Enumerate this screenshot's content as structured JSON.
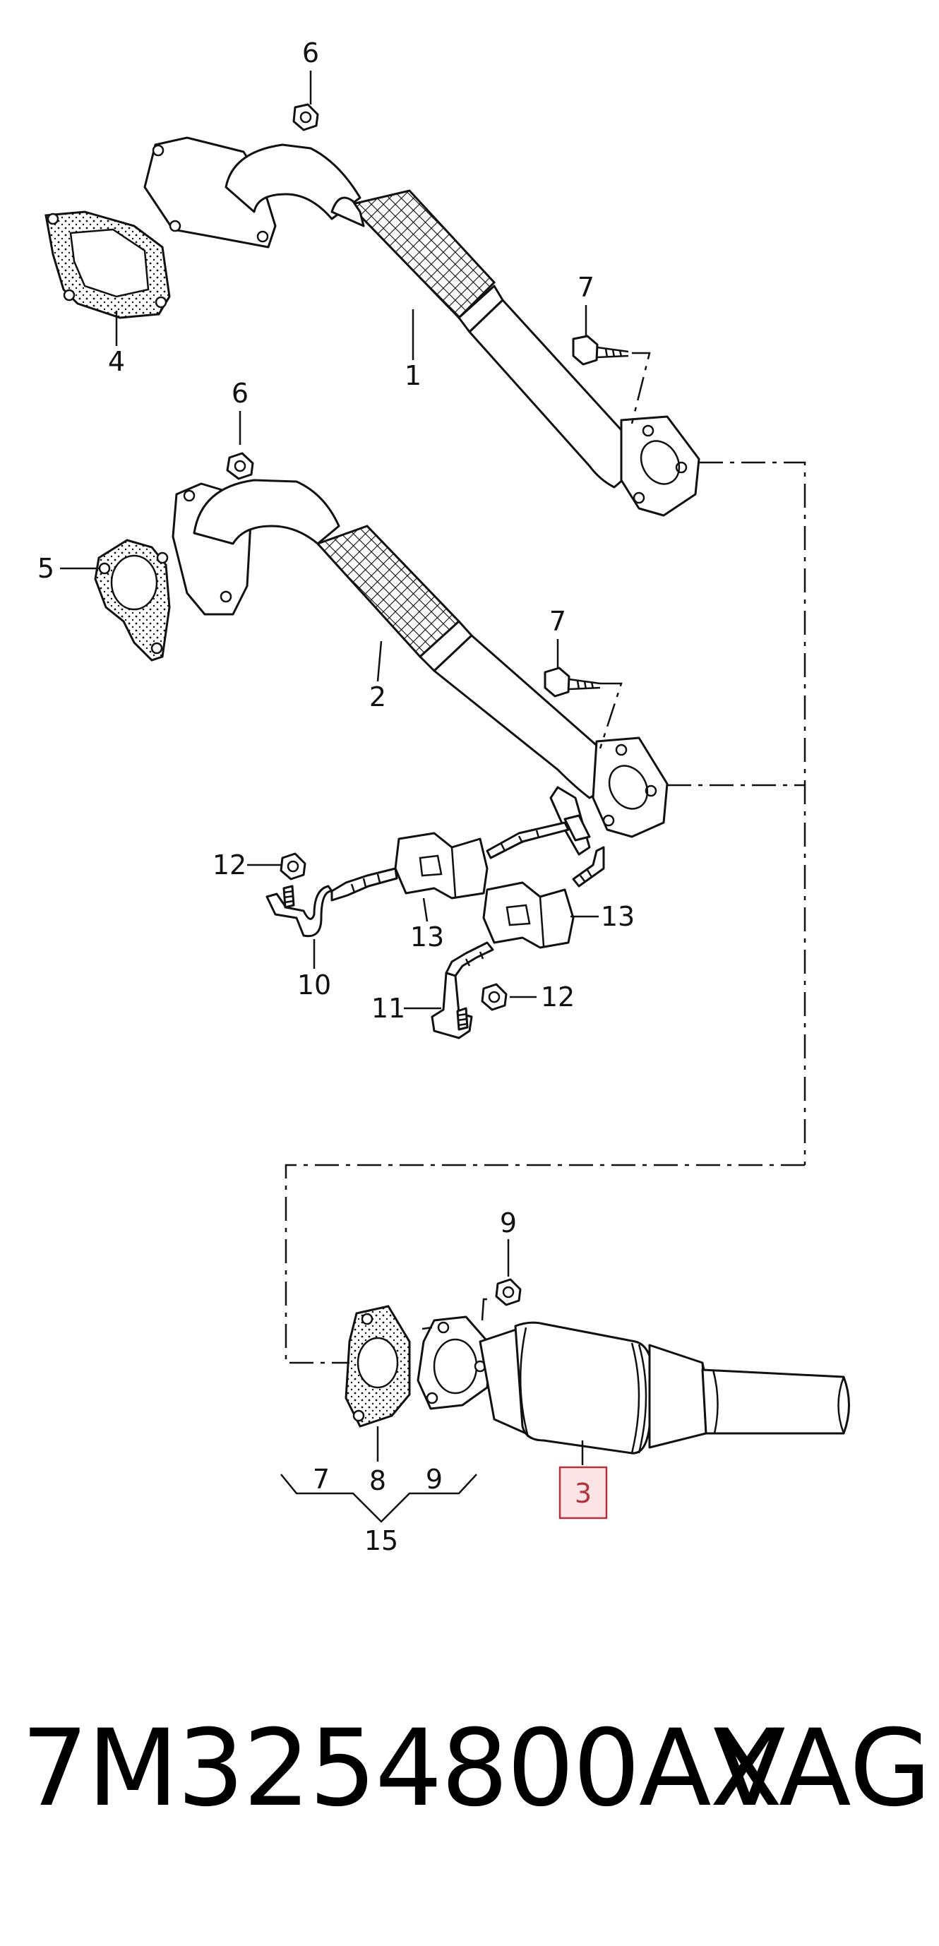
{
  "callouts": {
    "c1": "1",
    "c2": "2",
    "c3": "3",
    "c4": "4",
    "c5": "5",
    "c6a": "6",
    "c6b": "6",
    "c7a": "7",
    "c7b": "7",
    "c7c": "7",
    "c8": "8",
    "c9a": "9",
    "c9b": "9",
    "c10": "10",
    "c11": "11",
    "c12a": "12",
    "c12b": "12",
    "c13a": "13",
    "c13b": "13",
    "c15": "15"
  },
  "highlight": {
    "part": "3",
    "color": "#b4323c",
    "fill": "#fbe3e6"
  },
  "footer": {
    "part_number": "7M3254800AX",
    "brand": "VAG"
  }
}
